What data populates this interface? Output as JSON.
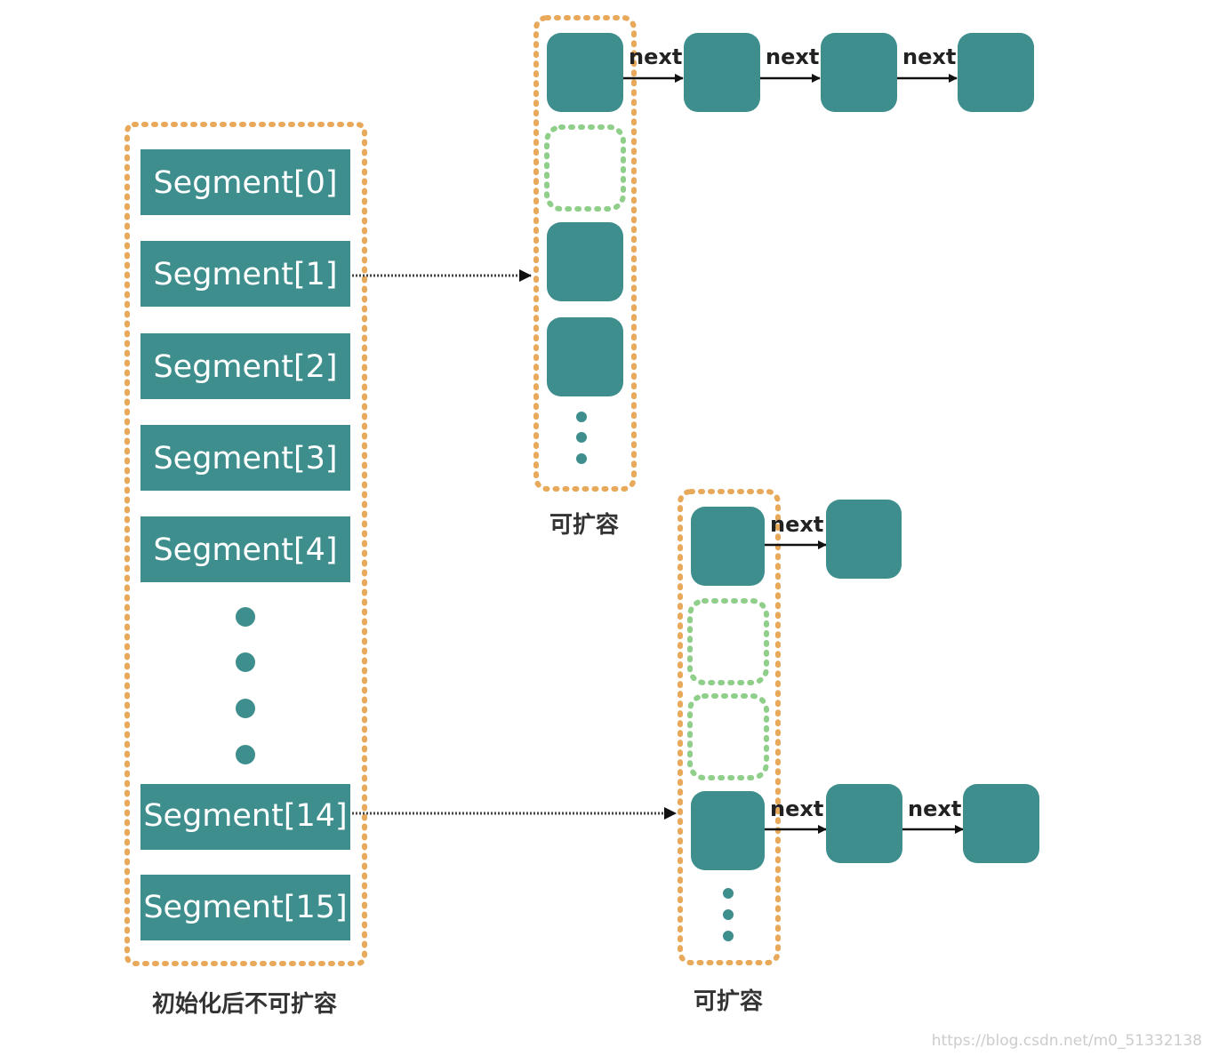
{
  "segments": [
    {
      "label": "Segment[0]"
    },
    {
      "label": "Segment[1]"
    },
    {
      "label": "Segment[2]"
    },
    {
      "label": "Segment[3]"
    },
    {
      "label": "Segment[4]"
    },
    {
      "label": "Segment[14]"
    },
    {
      "label": "Segment[15]"
    }
  ],
  "labels": {
    "next": "next"
  },
  "captions": {
    "left": "初始化后不可扩容",
    "table_top": "可扩容",
    "table_bottom": "可扩容"
  },
  "watermark": "https://blog.csdn.net/m0_51332138",
  "colors": {
    "teal": "#3f8e8e",
    "orange_dots": "#e8a95a",
    "green_dots": "#8fcf8a"
  }
}
